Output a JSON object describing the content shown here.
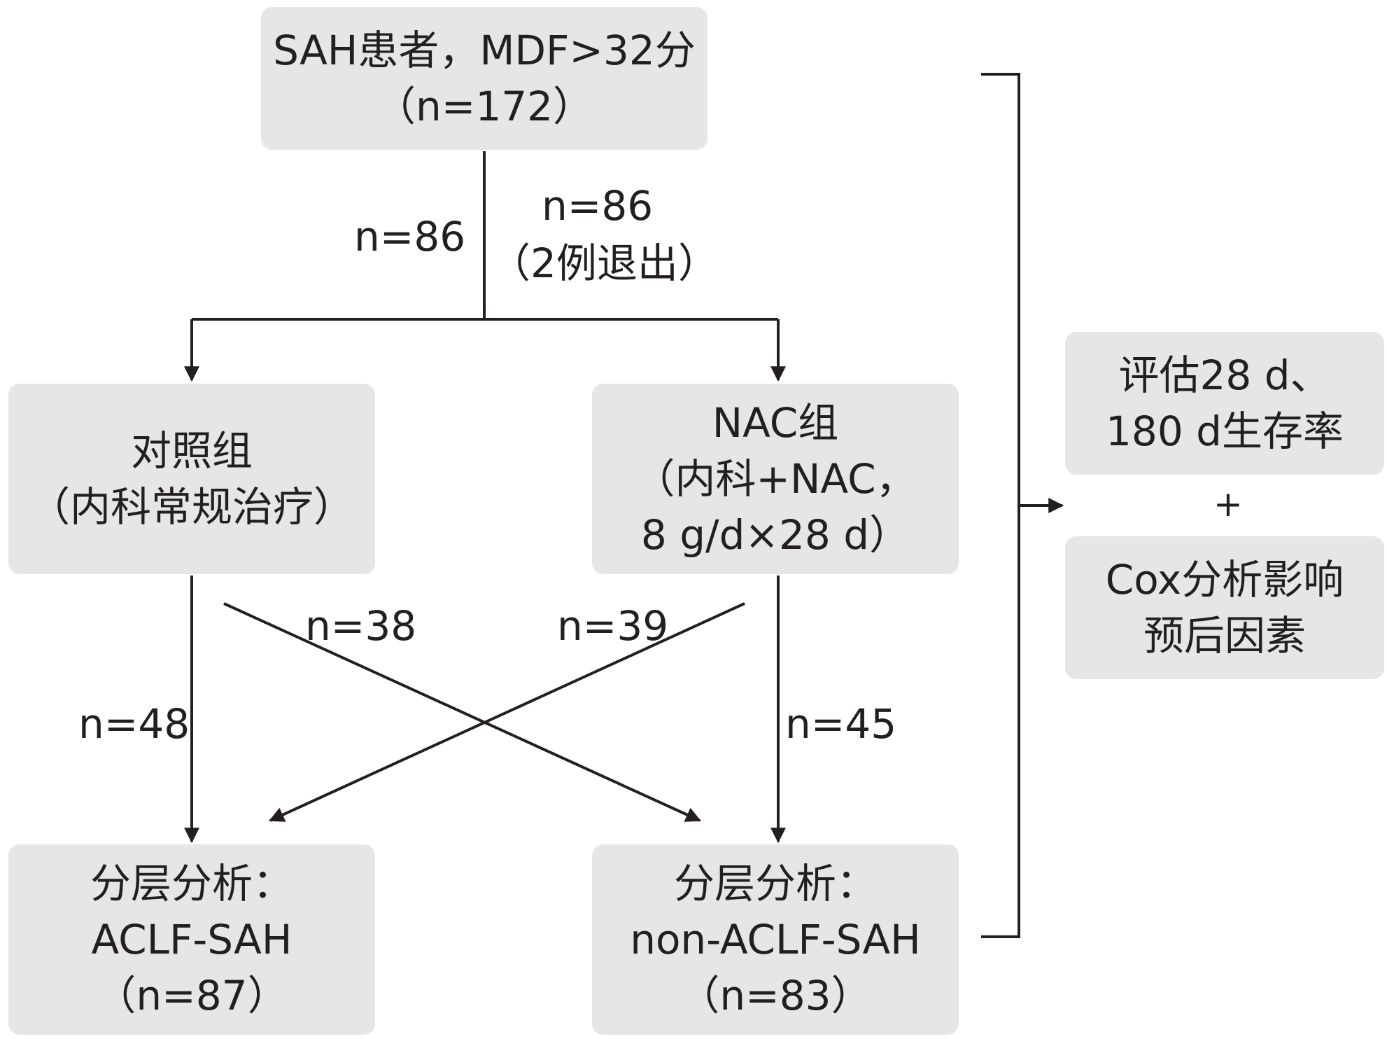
{
  "boxes": {
    "top": {
      "line1": "SAH患者，MDF>32分",
      "line2": "（n=172）"
    },
    "control": {
      "line1": "对照组",
      "line2": "（内科常规治疗）"
    },
    "nac": {
      "line1": "NAC组",
      "line2": "（内科+NAC，",
      "line3": "8 g/d×28 d）"
    },
    "aclf": {
      "line1": "分层分析：",
      "line2": "ACLF-SAH",
      "line3": "（n=87）"
    },
    "non_aclf": {
      "line1": "分层分析：",
      "line2": "non-ACLF-SAH",
      "line3": "（n=83）"
    },
    "survival": {
      "line1": "评估28 d、",
      "line2": "180 d生存率"
    },
    "cox": {
      "line1": "Cox分析影响",
      "line2": "预后因素"
    }
  },
  "plus_sign": "+",
  "edge_labels": {
    "to_control": "n=86",
    "to_nac": "n=86",
    "to_nac_note": "（2例退出）",
    "control_to_aclf": "n=48",
    "control_to_non_aclf": "n=38",
    "nac_to_aclf": "n=39",
    "nac_to_non_aclf": "n=45"
  }
}
